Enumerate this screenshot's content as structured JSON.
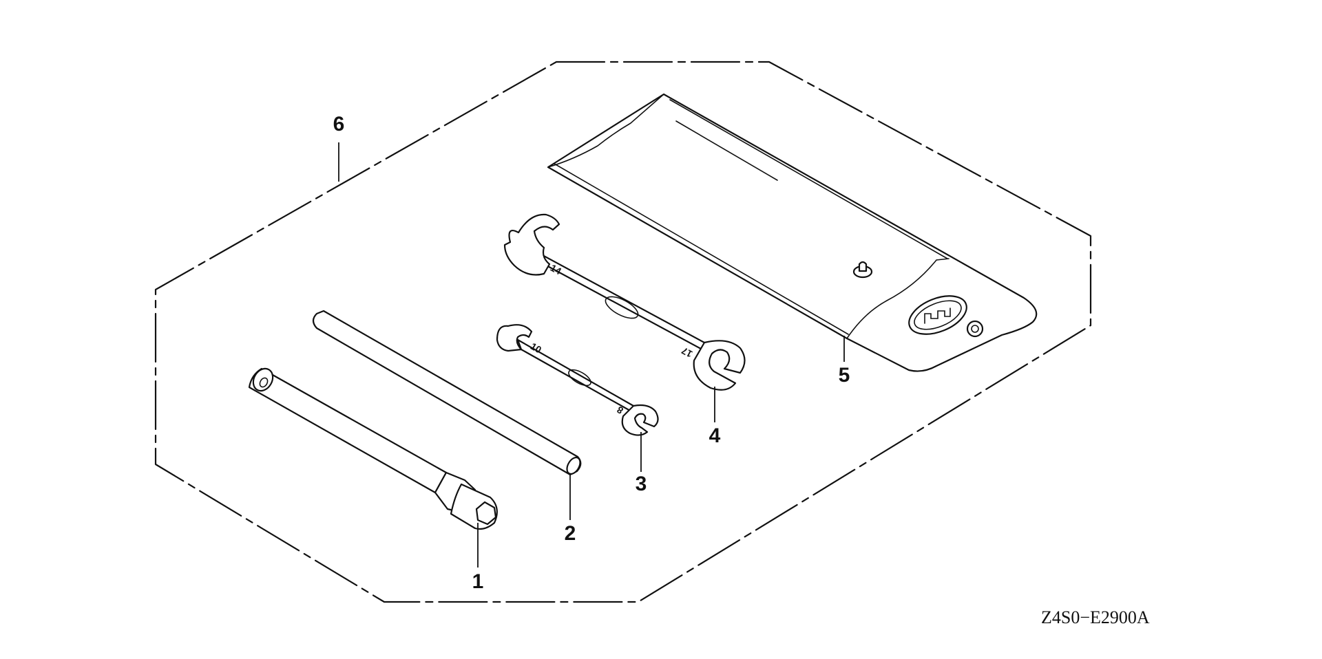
{
  "callouts": [
    {
      "number": "1",
      "part": "box-wrench"
    },
    {
      "number": "2",
      "part": "handle-bar"
    },
    {
      "number": "3",
      "part": "small-open-end-wrench"
    },
    {
      "number": "4",
      "part": "large-open-end-wrench"
    },
    {
      "number": "5",
      "part": "tool-bag"
    },
    {
      "number": "6",
      "part": "tool-set-assembly"
    }
  ],
  "diagram_code": "Z4S0−E2900A"
}
